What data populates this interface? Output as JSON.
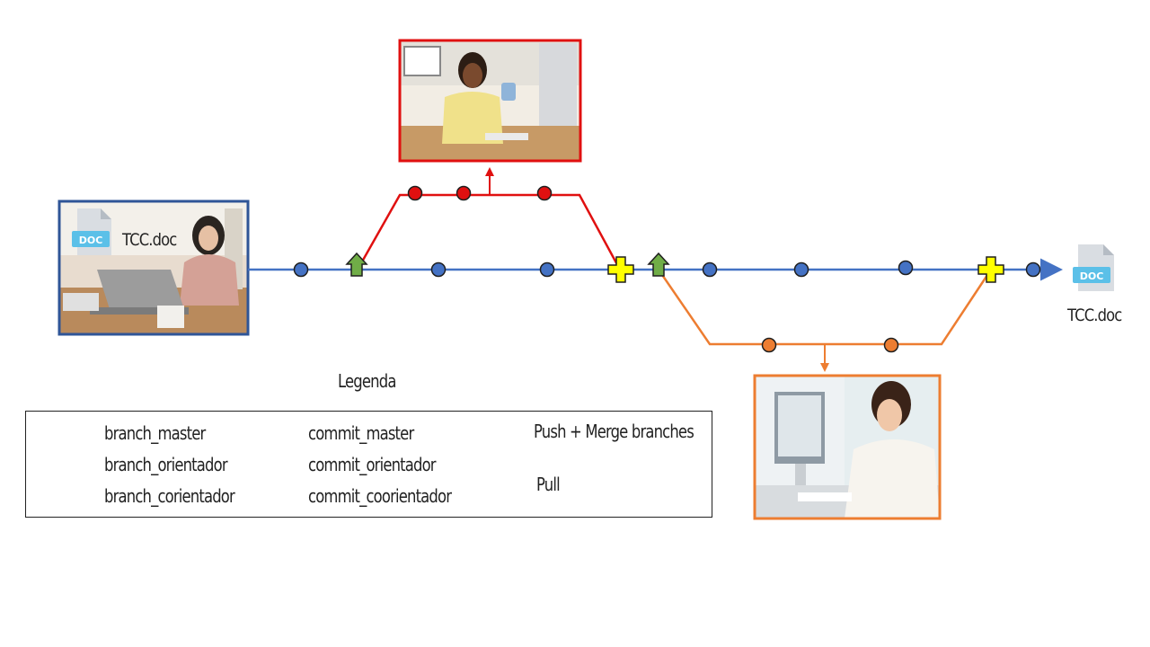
{
  "document_icon": {
    "badge": "DOC",
    "filename_start": "TCC.doc",
    "filename_end": "TCC.doc"
  },
  "legend": {
    "title": "Legenda",
    "branch_master": "branch_master",
    "branch_orientador": "branch_orientador",
    "branch_corientador": "branch_corientador",
    "commit_master": "commit_master",
    "commit_orientador": "commit_orientador",
    "commit_coorientador": "commit_coorientador",
    "push_merge": "Push + Merge branches",
    "pull": "Pull"
  },
  "colors": {
    "master": "#4472c4",
    "orientador": "#e01010",
    "coorientador": "#ed7d31",
    "merge_fill": "#ffff00",
    "pull_fill": "#70ad47",
    "doc_badge": "#5bc0e8"
  },
  "icons": {
    "merge": "plus-icon",
    "pull": "up-arrow-icon",
    "document": "doc-file-icon",
    "photos": [
      "student-photo",
      "orientador-photo",
      "coorientador-photo"
    ]
  }
}
